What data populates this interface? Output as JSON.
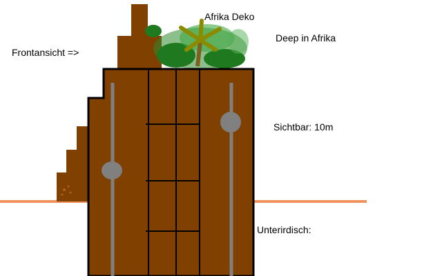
{
  "labels": {
    "front_view": "Frontansicht =>",
    "deco": "Afrika Deko",
    "title": "Deep in Afrika",
    "visible": "Sichtbar: 10m",
    "underground": "Unterirdisch:"
  },
  "colors": {
    "wood": "#804000",
    "outline": "#000000",
    "ground": "#f0905a",
    "pole": "#808080",
    "foliage": "#2e8b2e",
    "palm": "#8b8b00"
  }
}
